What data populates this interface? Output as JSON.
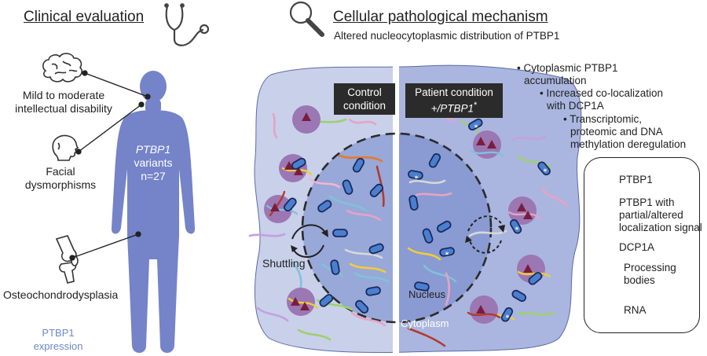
{
  "clinical": {
    "title": "Clinical evaluation",
    "features": [
      "Mild to moderate",
      "intellectual disability",
      "Facial",
      "dysmorphisms",
      "Osteochondrodysplasia"
    ],
    "body_gene": "PTBP1",
    "body_variants": "variants",
    "body_n": "n=27",
    "expression_line1": "PTBP1",
    "expression_line2": "expression"
  },
  "cellular": {
    "title": "Cellular pathological mechanism",
    "subtitle": "Altered nucleocytoplasmic distribution of PTBP1",
    "control_line1": "Control",
    "control_line2": "condition",
    "patient_line1": "Patient condition",
    "patient_line2": "+/PTBP1",
    "patient_star": "*",
    "shuttling": "Shuttling",
    "nucleus": "Nucleus",
    "cytoplasm": "Cytoplasm"
  },
  "bullets": [
    "Cytoplasmic PTBP1",
    "accumulation",
    "Increased co-localization",
    "with DCP1A",
    "Transcriptomic,",
    "proteomic and DNA",
    "methylation deregulation"
  ],
  "legend": {
    "ptbp1": "PTBP1",
    "altered_1": "PTBP1 with",
    "altered_2": "partial/altered",
    "altered_3": "localization signal",
    "dcp1a": "DCP1A",
    "pbodies_1": "Processing",
    "pbodies_2": "bodies",
    "rna": "RNA"
  },
  "colors": {
    "body": "#7583c9",
    "cell_left": "#c9d0ea",
    "cell_right": "#aab6df",
    "nucleus_left": "#98a8d8",
    "nucleus_right": "#8a9ad2",
    "ptbp1_fill": "#4a7fd0",
    "pbody": "#9b77b4",
    "dcp1a": "#7a1d3c"
  },
  "icons": [
    "stethoscope-icon",
    "magnifier-icon",
    "brain-icon",
    "face-profile-icon",
    "knee-joint-icon"
  ]
}
